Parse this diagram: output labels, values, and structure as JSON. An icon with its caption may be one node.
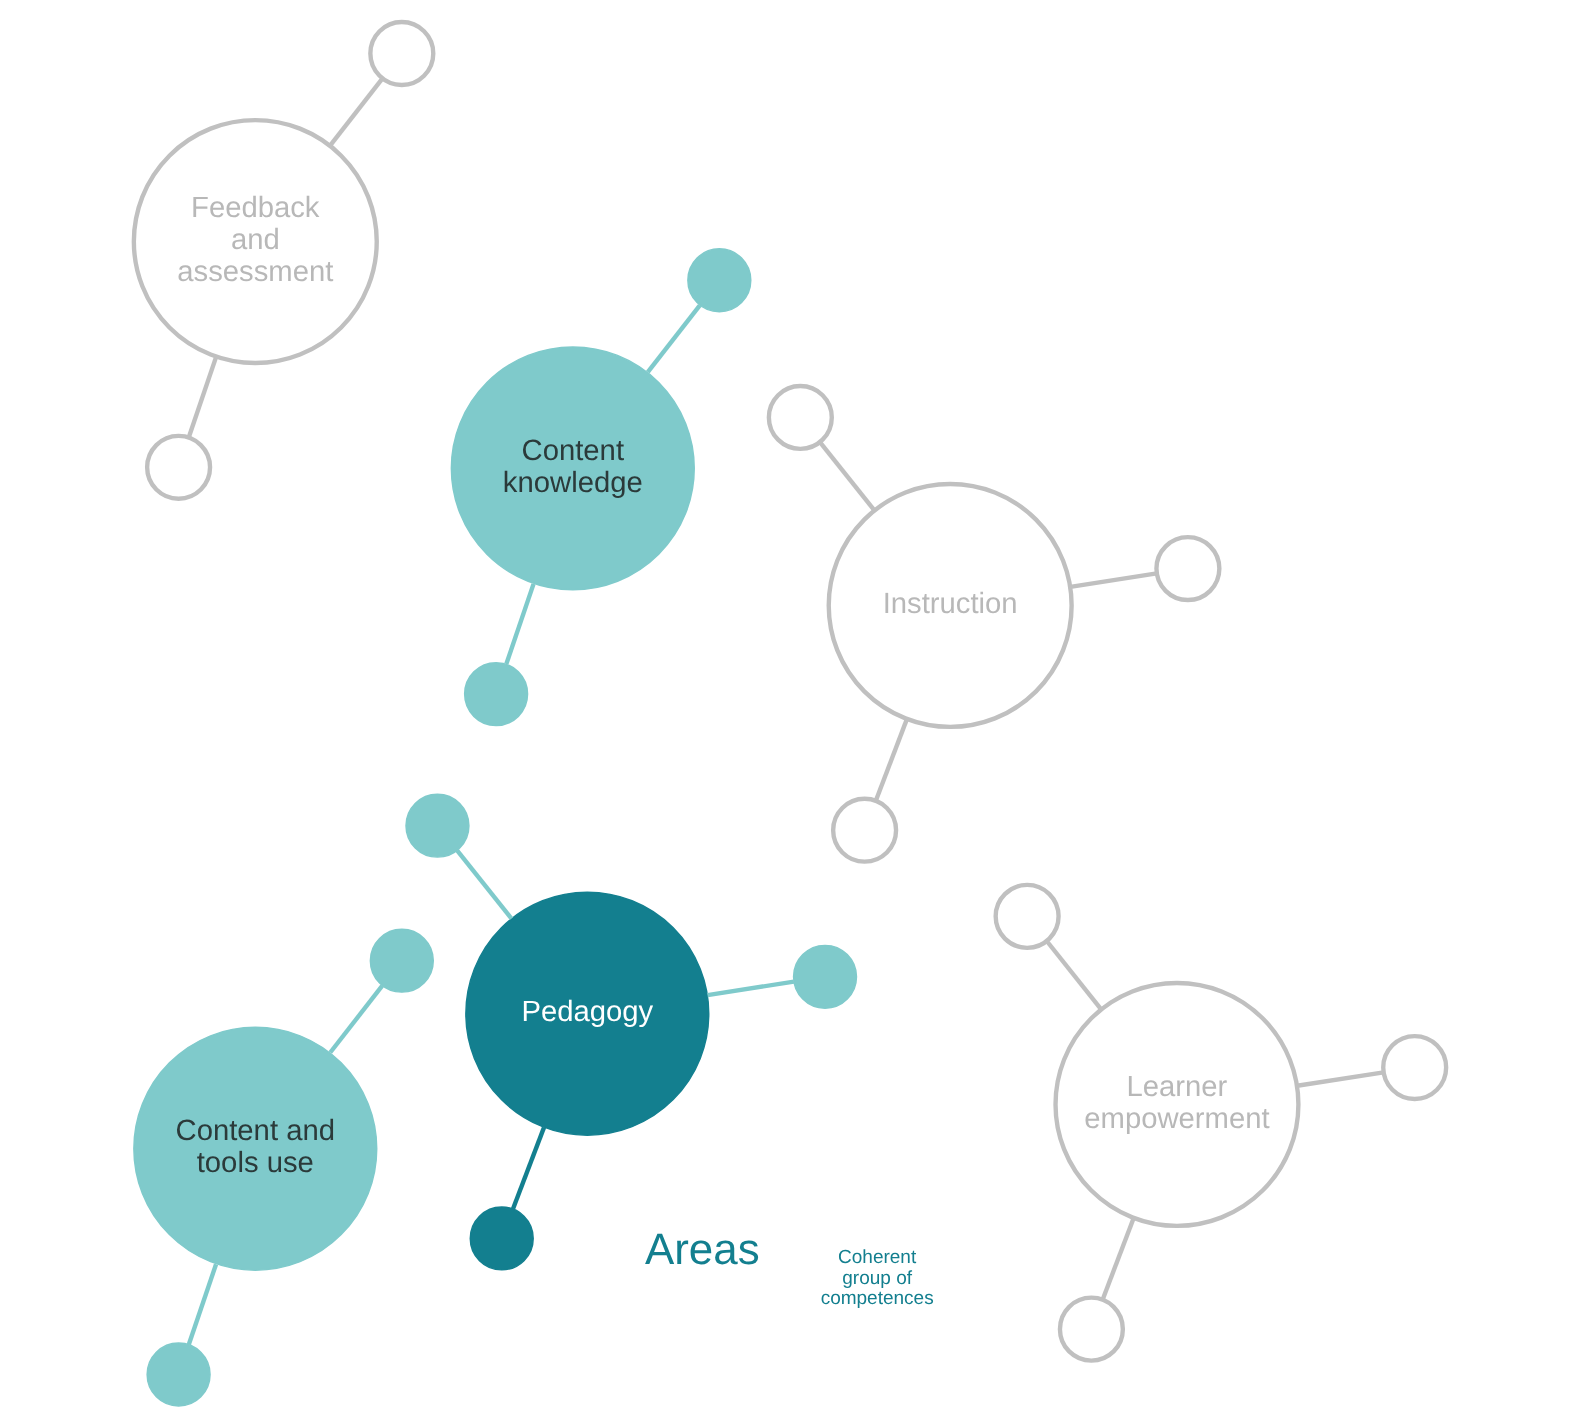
{
  "diagram": {
    "nodes": [
      {
        "text": [
          "Pedagogy"
        ]
      },
      {
        "text": [
          "Instruction"
        ]
      },
      {
        "text": [
          "Content knowledge"
        ]
      },
      {
        "text": [
          "Content and tools use"
        ]
      },
      {
        "text": [
          "Learner empowerment"
        ]
      },
      {
        "text": [
          "Feedback and assessment"
        ]
      },
      {
        "text": [],
        "shape": "circle"
      },
      {
        "text": [],
        "shape": "circle"
      },
      {
        "text": [],
        "shape": "circle"
      },
      {
        "text": [],
        "shape": "circle"
      },
      {
        "text": [],
        "shape": "circle"
      },
      {
        "text": [],
        "shape": "circle"
      },
      {
        "text": [],
        "shape": "circle"
      },
      {
        "text": [],
        "shape": "circle"
      },
      {
        "text": [],
        "shape": "circle"
      },
      {
        "text": [],
        "shape": "circle"
      },
      {
        "text": [],
        "shape": "circle"
      },
      {
        "text": [],
        "shape": "circle"
      },
      {
        "text": [],
        "shape": "circle"
      },
      {
        "text": [],
        "shape": "circle"
      },
      {
        "text": [],
        "shape": "circle"
      }
    ],
    "edges": [
      {
        "from": 0,
        "to": 6,
        "arrow": "none",
        "color": "#7fcacb"
      },
      {
        "from": 0,
        "to": 7,
        "arrow": "none",
        "color": "#137f8f"
      },
      {
        "from": 0,
        "to": 8,
        "arrow": "none",
        "color": "#7fcacb"
      },
      {
        "from": 1,
        "to": 9,
        "arrow": "none"
      },
      {
        "from": 1,
        "to": 10,
        "arrow": "none"
      },
      {
        "from": 1,
        "to": 11,
        "arrow": "none"
      },
      {
        "from": 2,
        "to": 12,
        "arrow": "none",
        "color": "#7fcacb"
      },
      {
        "from": 2,
        "to": 13,
        "arrow": "none",
        "color": "#7fcacb"
      },
      {
        "from": 3,
        "to": 14,
        "arrow": "none",
        "color": "#7fcacb"
      },
      {
        "from": 3,
        "to": 15,
        "arrow": "none",
        "color": "#7fcacb"
      },
      {
        "from": 4,
        "to": 16,
        "arrow": "none"
      },
      {
        "from": 4,
        "to": 17,
        "arrow": "none"
      },
      {
        "from": 4,
        "to": 18,
        "arrow": "none"
      },
      {
        "from": 5,
        "to": 19,
        "arrow": "none"
      },
      {
        "from": 5,
        "to": 20,
        "arrow": "none"
      }
    ],
    "labels": [
      "Areas",
      "Coherent group of competences"
    ]
  }
}
